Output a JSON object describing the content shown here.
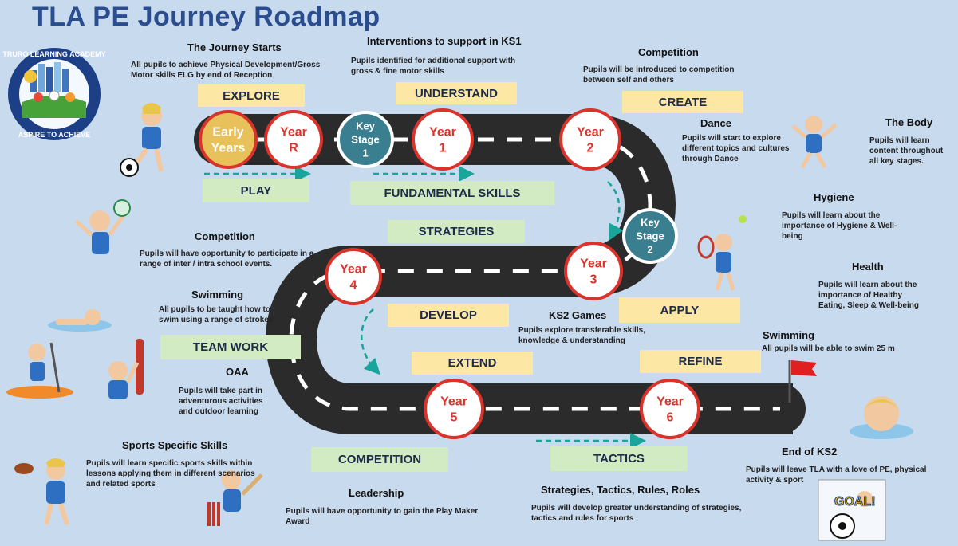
{
  "title": "TLA PE Journey Roadmap",
  "logo": {
    "ring_text": "TRURO LEARNING ACADEMY",
    "motto": "ASPIRE TO ACHIEVE"
  },
  "circles": [
    {
      "id": "early",
      "line1": "Early",
      "line2": "Years",
      "style": "early"
    },
    {
      "id": "yr",
      "line1": "Year",
      "line2": "R",
      "style": "red"
    },
    {
      "id": "ks1",
      "line1": "Key",
      "line2": "Stage",
      "line3": "1",
      "style": "teal"
    },
    {
      "id": "y1",
      "line1": "Year",
      "line2": "1",
      "style": "red"
    },
    {
      "id": "y2",
      "line1": "Year",
      "line2": "2",
      "style": "red"
    },
    {
      "id": "ks2",
      "line1": "Key",
      "line2": "Stage",
      "line3": "2",
      "style": "teal"
    },
    {
      "id": "y3",
      "line1": "Year",
      "line2": "3",
      "style": "red"
    },
    {
      "id": "y4",
      "line1": "Year",
      "line2": "4",
      "style": "red"
    },
    {
      "id": "y5",
      "line1": "Year",
      "line2": "5",
      "style": "red"
    },
    {
      "id": "y6",
      "line1": "Year",
      "line2": "6",
      "style": "red"
    }
  ],
  "labels": {
    "explore": "EXPLORE",
    "understand": "UNDERSTAND",
    "create": "CREATE",
    "play": "PLAY",
    "fundamental": "FUNDAMENTAL SKILLS",
    "strategies": "STRATEGIES",
    "apply": "APPLY",
    "develop": "DEVELOP",
    "teamwork": "TEAM WORK",
    "extend": "EXTEND",
    "refine": "REFINE",
    "competition": "COMPETITION",
    "tactics": "TACTICS"
  },
  "notes": {
    "journey": {
      "heading": "The Journey Starts",
      "text": "All pupils to achieve Physical Development/Gross Motor skills ELG by end of Reception"
    },
    "interventions": {
      "heading": "Interventions to support in KS1",
      "text": "Pupils identified for additional support with gross & fine motor skills"
    },
    "competition_top": {
      "heading": "Competition",
      "text": "Pupils will be introduced to competition between self and others"
    },
    "dance": {
      "heading": "Dance",
      "text": "Pupils will start to explore different topics and cultures through Dance"
    },
    "body": {
      "heading": "The Body",
      "text": "Pupils will learn content throughout all key stages."
    },
    "hygiene": {
      "heading": "Hygiene",
      "text": "Pupils will learn about the importance of Hygiene & Well-being"
    },
    "health": {
      "heading": "Health",
      "text": "Pupils will learn about the importance of Healthy Eating, Sleep & Well-being"
    },
    "competition_left": {
      "heading": "Competition",
      "text": "Pupils will have opportunity to participate in a range of inter / intra school events."
    },
    "swimming_left": {
      "heading": "Swimming",
      "text": "All pupils to be taught how to swim using a range of strokes"
    },
    "ks2games": {
      "heading": "KS2 Games",
      "text": "Pupils explore transferable skills, knowledge & understanding"
    },
    "swimming_right": {
      "heading": "Swimming",
      "text": "All pupils will be able to swim 25 m"
    },
    "oaa": {
      "heading": "OAA",
      "text": "Pupils will take part in adventurous activities and outdoor learning"
    },
    "endks2": {
      "heading": "End of KS2",
      "text": "Pupils will leave TLA with a love of PE, physical activity & sport"
    },
    "sports": {
      "heading": "Sports Specific Skills",
      "text": "Pupils will learn specific sports skills within lessons applying them in different scenarios and related sports"
    },
    "leadership": {
      "heading": "Leadership",
      "text": "Pupils will have opportunity to gain the Play Maker Award"
    },
    "strategies_roles": {
      "heading": "Strategies, Tactics, Rules, Roles",
      "text": "Pupils will develop greater understanding of strategies, tactics and rules for sports"
    }
  },
  "goal_text": "GOAL!",
  "colors": {
    "background": "#c8daee",
    "title": "#2a4d8f",
    "road": "#2b2b2b",
    "circle_red": "#d9332b",
    "circle_teal": "#3a7f90",
    "circle_early": "#e8c15a",
    "label_yellow": "#fde7a4",
    "label_green": "#d3ebc3",
    "arrow": "#1aa59a",
    "flag": "#e02020"
  }
}
